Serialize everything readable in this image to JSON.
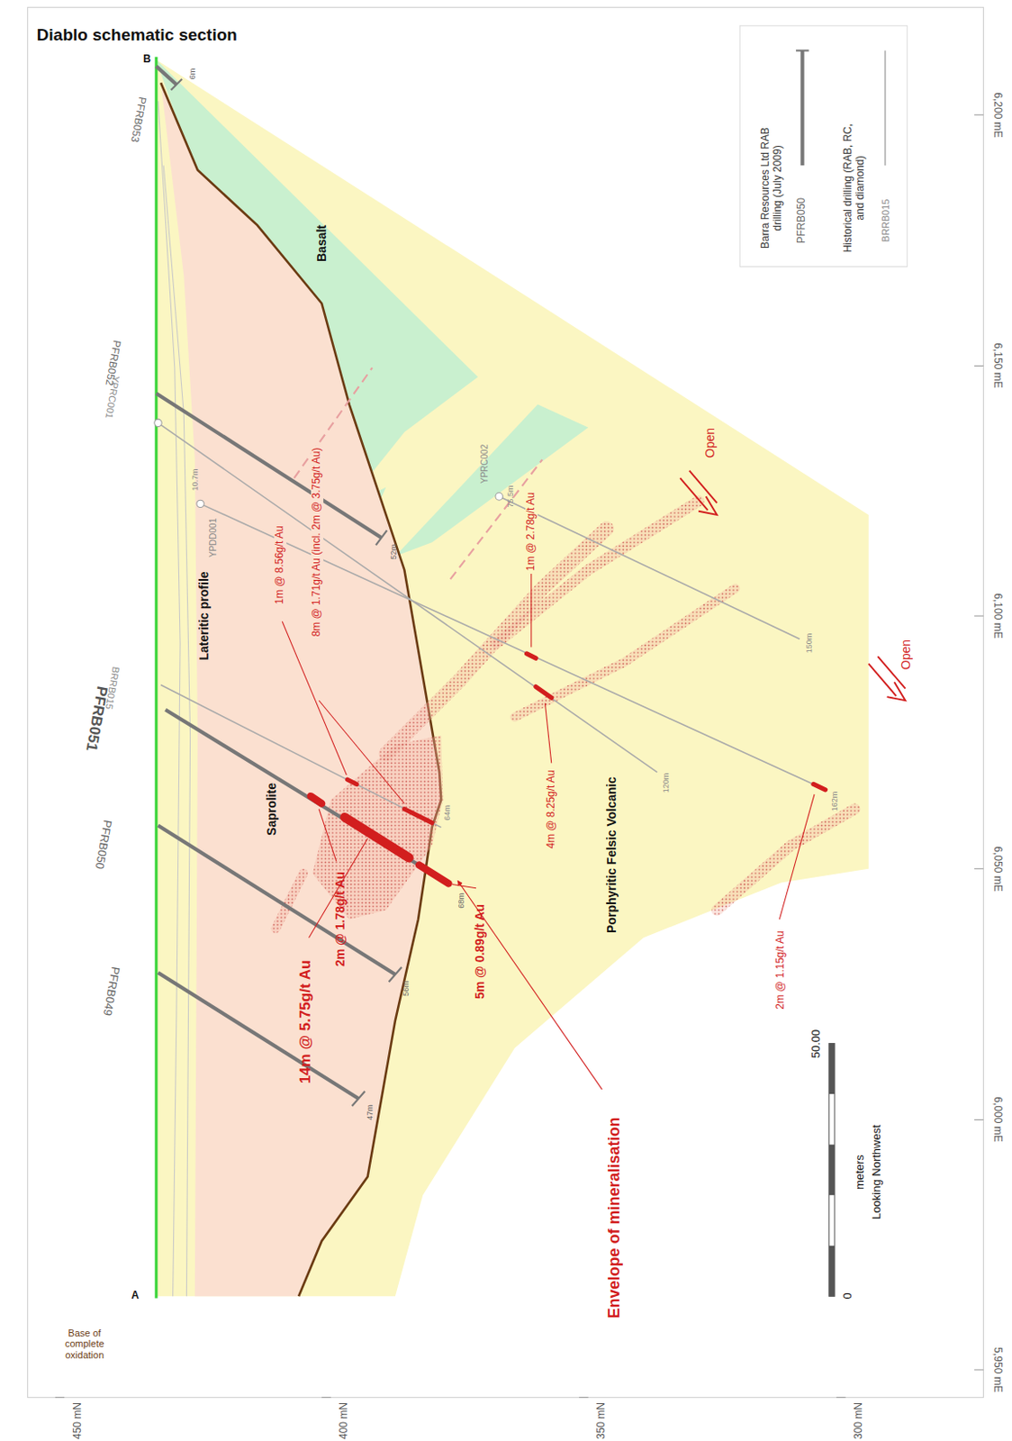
{
  "diagram": {
    "title": "Diablo schematic section",
    "labels": [
      "A",
      "B",
      "Base of complete oxidation",
      "Lateritic profile",
      "Basalt",
      "Saprolite",
      "Porphyritic Felsic Volcanic",
      "Envelope of mineralisation",
      "Open",
      "Open",
      "PFRB053",
      "PFRB052",
      "YPRC001",
      "YPDD001",
      "10.7m",
      "BRRB015",
      "PFRB051",
      "PFRB050",
      "PFRB049",
      "YPRC002",
      "75.5m",
      "6m",
      "52m",
      "64m",
      "68m",
      "56m",
      "47m",
      "120m",
      "150m",
      "162m",
      "2m @ 1.78g/t Au",
      "14m @ 5.75g/t Au",
      "5m @ 0.89g/t Au",
      "1m @ 8.56g/t Au",
      "8m @ 1.71g/t Au (incl. 2m @ 3.75g/t Au)",
      "1m @ 2.78g/t Au",
      "4m @ 8.25g/t Au",
      "2m @ 1.15g/t Au",
      "450 mN",
      "400 mN",
      "350 mN",
      "300 mN",
      "6,200 mE",
      "6,150 mE",
      "6,100 mE",
      "6,050 mE",
      "6,000 mE",
      "5,950 mE",
      "0",
      "50.00",
      "meters",
      "Looking Northwest",
      "PFRB050",
      "BRRB015"
    ],
    "legend": [
      {
        "text": "Barra Resources Ltd RAB drilling (July 2009)"
      },
      {
        "text": "Historical drilling (RAB, RC, and diamond)"
      }
    ]
  }
}
